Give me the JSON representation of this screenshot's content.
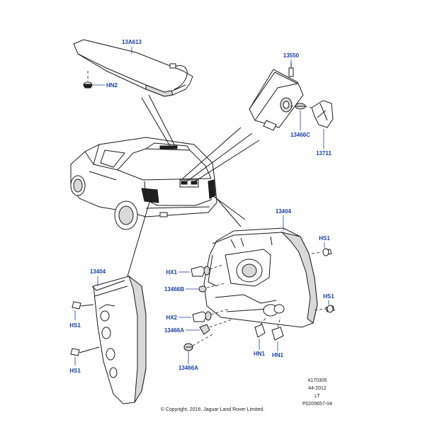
{
  "callouts": {
    "c13A613": "13A613",
    "cHN2": "HN2",
    "c13550": "13550",
    "c13466C": "13466C",
    "c13711": "13711",
    "c13404_right": "13404",
    "c13404_left": "13404",
    "cHS1_tr": "HS1",
    "cHS1_mr": "HS1",
    "cHX1": "HX1",
    "c13466B": "13466B",
    "cHX2": "HX2",
    "c13466A_1": "13466A",
    "c13466A_2": "13466A",
    "cHN1_a": "HN1",
    "cHN1_b": "HN1",
    "cHS1_l1": "HS1",
    "cHS1_l2": "HS1"
  },
  "reference": {
    "line1": "4170305",
    "line2": "44-2012",
    "line3": "LT",
    "line4": "P0209657-04"
  },
  "copyright": "© Copyright, 2016. Jaguar Land Rover Limited.",
  "colors": {
    "callout": "#1a3fa0",
    "line": "#1a1a1a",
    "shade": "#d9d9d9"
  }
}
